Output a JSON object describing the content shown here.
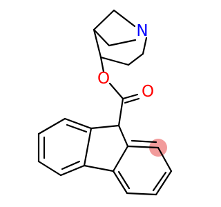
{
  "structure": {
    "labels": {
      "nitrogen": "N",
      "ester_oxygen": "O",
      "carbonyl_oxygen": "O"
    },
    "colors": {
      "bond": "#000000",
      "nitrogen": "#0000ff",
      "oxygen": "#ff0000",
      "highlight": "#f29b9b",
      "background": "#ffffff"
    }
  }
}
